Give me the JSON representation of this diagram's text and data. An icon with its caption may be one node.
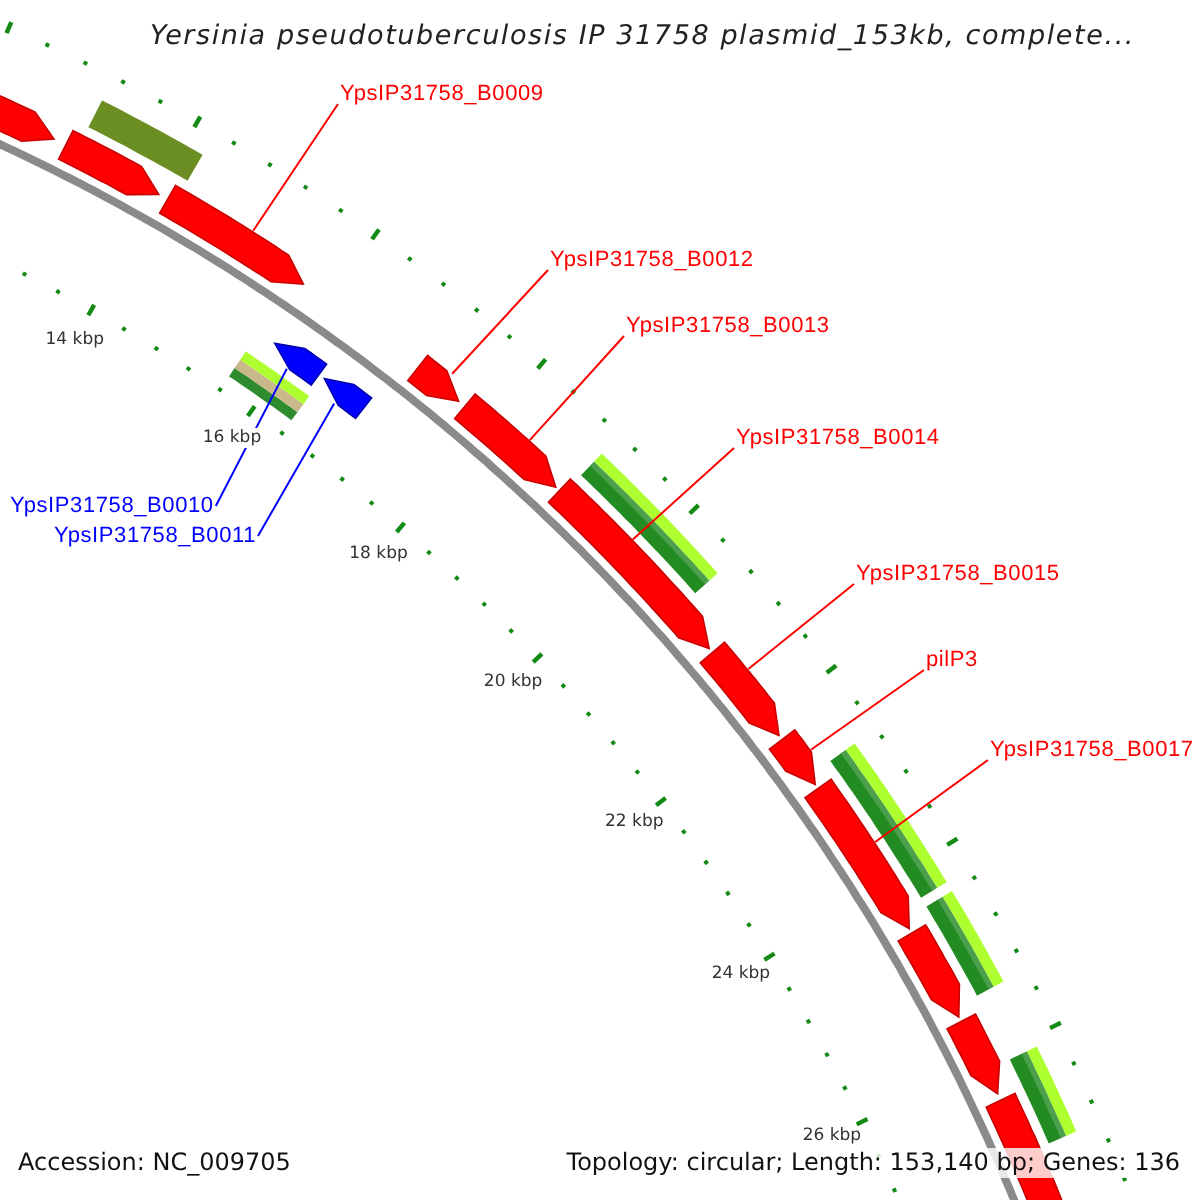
{
  "diagram": {
    "title": "Yersinia pseudotuberculosis IP 31758 plasmid_153kb, complete...",
    "nodes": [
      {
        "text": [
          "YpsIP31758_B0009"
        ]
      },
      {
        "text": [],
        "shape": "pentagon"
      },
      {
        "text": [
          "YpsIP31758_B0012"
        ]
      },
      {
        "text": [],
        "shape": "pentagon"
      },
      {
        "text": [
          "YpsIP31758_B0013"
        ]
      },
      {
        "text": [],
        "shape": "pentagon"
      },
      {
        "text": [
          "YpsIP31758_B0014"
        ]
      },
      {
        "text": [],
        "shape": "pentagon"
      },
      {
        "text": [
          "YpsIP31758_B0010"
        ]
      },
      {
        "text": [],
        "shape": "pentagon"
      },
      {
        "text": [
          "YpsIP31758_B0011"
        ]
      },
      {
        "text": [],
        "shape": "pentagon"
      },
      {
        "text": [
          "YpsIP31758_B0015"
        ]
      },
      {
        "text": [],
        "shape": "pentagon"
      },
      {
        "text": [
          "pilP3"
        ]
      },
      {
        "text": [],
        "shape": "pentagon"
      },
      {
        "text": [
          "YpsIP31758_B0017"
        ]
      },
      {
        "text": [],
        "shape": "pentagon"
      }
    ],
    "edges": [
      {
        "from": 0,
        "to": 1,
        "arrow": "none"
      },
      {
        "from": 2,
        "to": 3,
        "arrow": "none"
      },
      {
        "from": 4,
        "to": 5,
        "arrow": "none"
      },
      {
        "from": 6,
        "to": 7,
        "arrow": "none"
      },
      {
        "from": 8,
        "to": 9,
        "arrow": "none",
        "color": "#0000ff"
      },
      {
        "from": 10,
        "to": 11,
        "arrow": "none",
        "color": "#0000ff"
      },
      {
        "from": 12,
        "to": 13,
        "arrow": "none"
      },
      {
        "from": 14,
        "to": 15,
        "arrow": "none"
      },
      {
        "from": 16,
        "to": 17,
        "arrow": "none"
      }
    ],
    "labels": [
      "14 kbp",
      "16 kbp",
      "18 kbp",
      "20 kbp",
      "22 kbp",
      "24 kbp",
      "26 kbp",
      "Accession: NC_009705",
      "Topology: circular; Length: 153,140 bp; Genes: 136"
    ]
  }
}
